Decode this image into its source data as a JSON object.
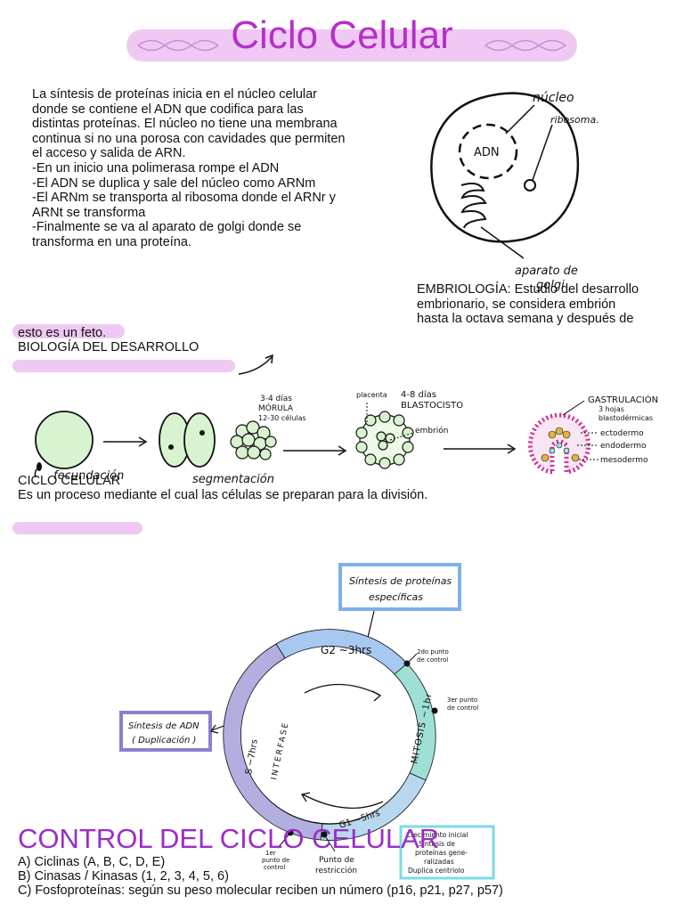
{
  "title": "Ciclo Celular",
  "intro": {
    "lines": [
      "La síntesis de proteínas inicia en el núcleo celular",
      "donde se contiene el ADN que codifica para las",
      "distintas proteínas. El núcleo no tiene una membrana",
      "continua si no una porosa con cavidades que permiten",
      "el acceso y salida de ARN.",
      "-En un inicio una polimerasa rompe el ADN",
      "-El ADN se duplica y sale del núcleo como ARNm",
      "-El ARNm se transporta al ribosoma donde el ARNr y",
      "ARNt se transforma",
      "-Finalmente se va al aparato de golgi donde se",
      "transforma en una proteína."
    ]
  },
  "cell_diagram": {
    "nucleus_label": "núcleo",
    "dna_label": "ADN",
    "ribosome_label": "ribosoma.",
    "golgi_label_1": "aparato de",
    "golgi_label_2": "golgi"
  },
  "embryology": {
    "lines": [
      "EMBRIOLOGÍA: Estudio del desarrollo",
      "embrionario, se considera embrión",
      "hasta la octava semana y después de"
    ],
    "continuation": "esto es un feto.",
    "heading": "BIOLOGÍA DEL DESARROLLO"
  },
  "development": {
    "fertilization": "fecundación",
    "segmentation": "segmentación",
    "morula": [
      "3-4 días",
      "MÓRULA",
      "12-30 células"
    ],
    "placenta": "placenta",
    "blastocyst": [
      "4-8 días",
      "BLASTOCISTO"
    ],
    "embryo": "embrión",
    "gastrulation": [
      "GASTRULACIÓN",
      "3 hojas",
      "blastodérmicas"
    ],
    "layers": [
      "ectodermo",
      "endodermo",
      "mesodermo"
    ]
  },
  "cell_cycle": {
    "heading": "CICLO CELULAR",
    "definition": "Es un proceso mediante el cual las células se preparan para la división."
  },
  "cycle_diagram": {
    "protein_box": [
      "Síntesis de proteínas",
      "específicas"
    ],
    "dna_box": [
      "Síntesis de ADN",
      "( Duplicación )"
    ],
    "g2": "G2 ~3hrs",
    "s_phase": "S ~7hrs",
    "interphase": "INTERFASE",
    "mitosis": "MITOSIS ~1hr",
    "g1": "G1 ~5hrs",
    "checkpoint_2": [
      "2do punto",
      "de control"
    ],
    "checkpoint_3": [
      "3er punto",
      "de control"
    ],
    "checkpoint_1": [
      "1er",
      "punto de",
      "control"
    ],
    "restriction": [
      "Punto de",
      "restricción"
    ],
    "g1_box": [
      "Crecimiento inicial",
      "Síntesis de",
      "proteínas gene-",
      "ralizadas",
      "Duplica centriolo"
    ]
  },
  "control": {
    "heading": "CONTROL DEL CICLO CELULAR",
    "items": [
      "A) Ciclinas (A, B, C, D, E)",
      "B) Cinasas / Kinasas (1, 2, 3, 4, 5, 6)",
      "C) Fosfoproteínas: según su peso molecular reciben un número (p16, p21, p27, p57)"
    ]
  },
  "colors": {
    "title": "#b52fc9",
    "highlight": "#efc9f3",
    "cell_fill": "#d9f2cf",
    "ring_blue": "#a7c8f0",
    "ring_teal": "#9fe0d6",
    "ring_purple": "#b3aee0",
    "box_blue": "#7fb0ea",
    "box_purple": "#8b7fd1"
  }
}
